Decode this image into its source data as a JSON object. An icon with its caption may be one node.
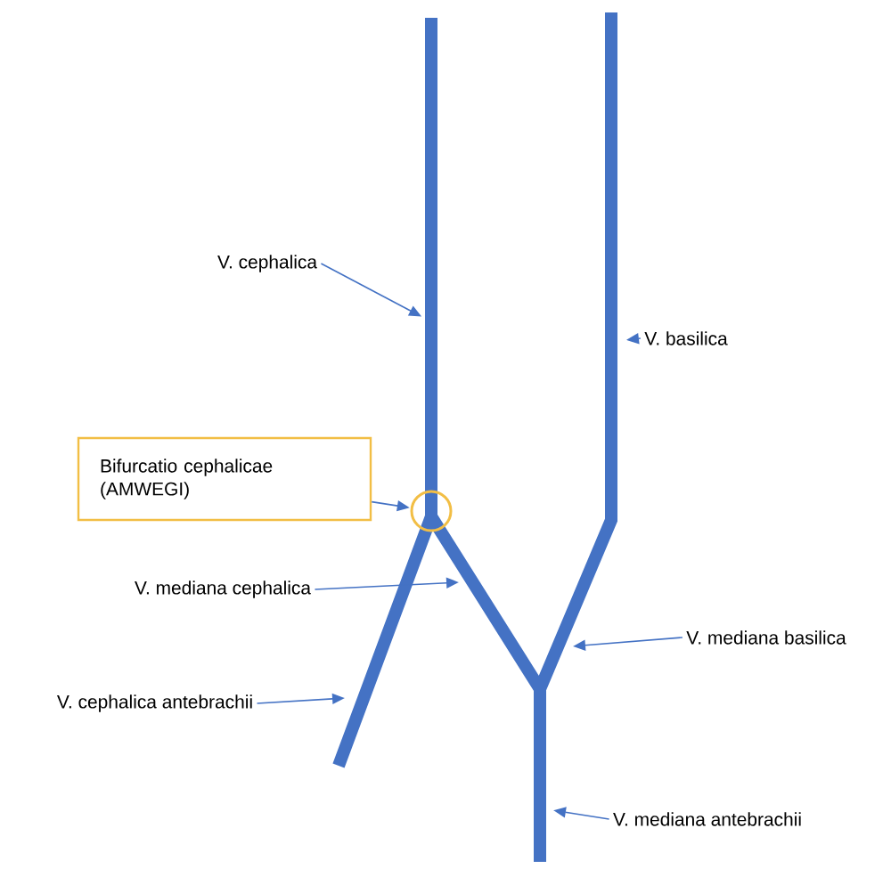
{
  "diagram": {
    "nodes": [
      {
        "text": [
          "V. cephalica"
        ]
      },
      {
        "text": [
          "V. basilica"
        ]
      },
      {
        "text": [
          "Bifurcatio cephalicae (AMWEGI)"
        ]
      },
      {
        "text": [],
        "shape": "circle"
      },
      {
        "text": [
          "V. mediana cephalica"
        ]
      },
      {
        "text": [
          "V. mediana basilica"
        ]
      },
      {
        "text": [
          "V. cephalica antebrachii"
        ]
      },
      {
        "text": [
          "V. mediana antebrachii"
        ]
      }
    ],
    "edges": [
      {
        "from": 0,
        "to": null,
        "arrow": "to"
      },
      {
        "from": 1,
        "to": null,
        "arrow": "to"
      },
      {
        "from": 2,
        "to": 3,
        "arrow": "to"
      },
      {
        "from": 4,
        "to": null,
        "arrow": "to"
      },
      {
        "from": 5,
        "to": null,
        "arrow": "to"
      },
      {
        "from": 6,
        "to": null,
        "arrow": "to"
      },
      {
        "from": 7,
        "to": null,
        "arrow": "to"
      }
    ]
  }
}
